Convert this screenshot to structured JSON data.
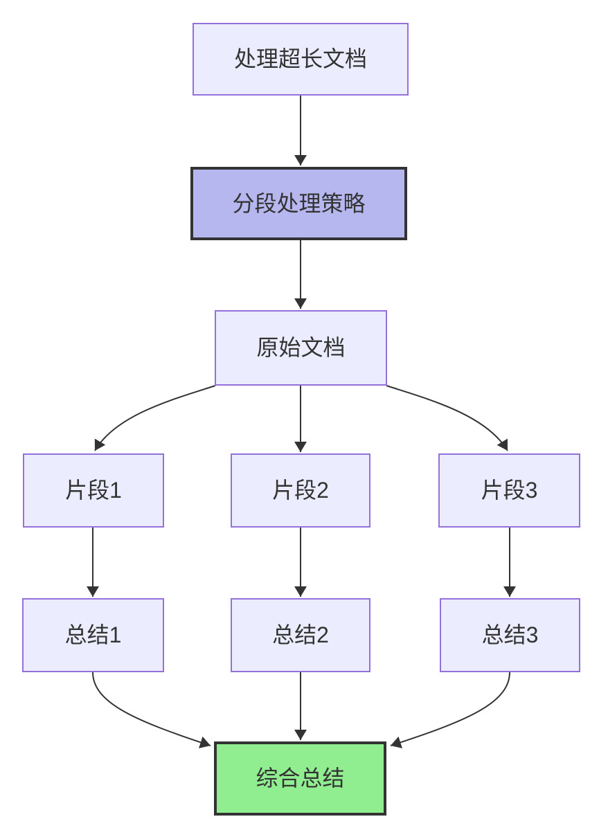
{
  "diagram": {
    "type": "flowchart",
    "direction": "top-down",
    "nodes": [
      {
        "id": "A",
        "label": "处理超长文档",
        "style": "default"
      },
      {
        "id": "B",
        "label": "分段处理策略",
        "style": "emphasis"
      },
      {
        "id": "C",
        "label": "原始文档",
        "style": "default"
      },
      {
        "id": "D1",
        "label": "片段1",
        "style": "default"
      },
      {
        "id": "D2",
        "label": "片段2",
        "style": "default"
      },
      {
        "id": "D3",
        "label": "片段3",
        "style": "default"
      },
      {
        "id": "E1",
        "label": "总结1",
        "style": "default"
      },
      {
        "id": "E2",
        "label": "总结2",
        "style": "default"
      },
      {
        "id": "E3",
        "label": "总结3",
        "style": "default"
      },
      {
        "id": "F",
        "label": "综合总结",
        "style": "success"
      }
    ],
    "edges": [
      {
        "from": "处理超长文档",
        "to": "分段处理策略"
      },
      {
        "from": "分段处理策略",
        "to": "原始文档"
      },
      {
        "from": "原始文档",
        "to": "片段1"
      },
      {
        "from": "原始文档",
        "to": "片段2"
      },
      {
        "from": "原始文档",
        "to": "片段3"
      },
      {
        "from": "片段1",
        "to": "总结1"
      },
      {
        "from": "片段2",
        "to": "总结2"
      },
      {
        "from": "片段3",
        "to": "总结3"
      },
      {
        "from": "总结1",
        "to": "综合总结"
      },
      {
        "from": "总结2",
        "to": "综合总结"
      },
      {
        "from": "总结3",
        "to": "综合总结"
      }
    ],
    "colors": {
      "node_fill": "#ECECFF",
      "node_border": "#9370DB",
      "emphasis_fill": "#B7B7F0",
      "emphasis_border": "#333333",
      "success_fill": "#90EE90",
      "success_border": "#333333",
      "edge": "#333333",
      "text": "#333333"
    }
  }
}
